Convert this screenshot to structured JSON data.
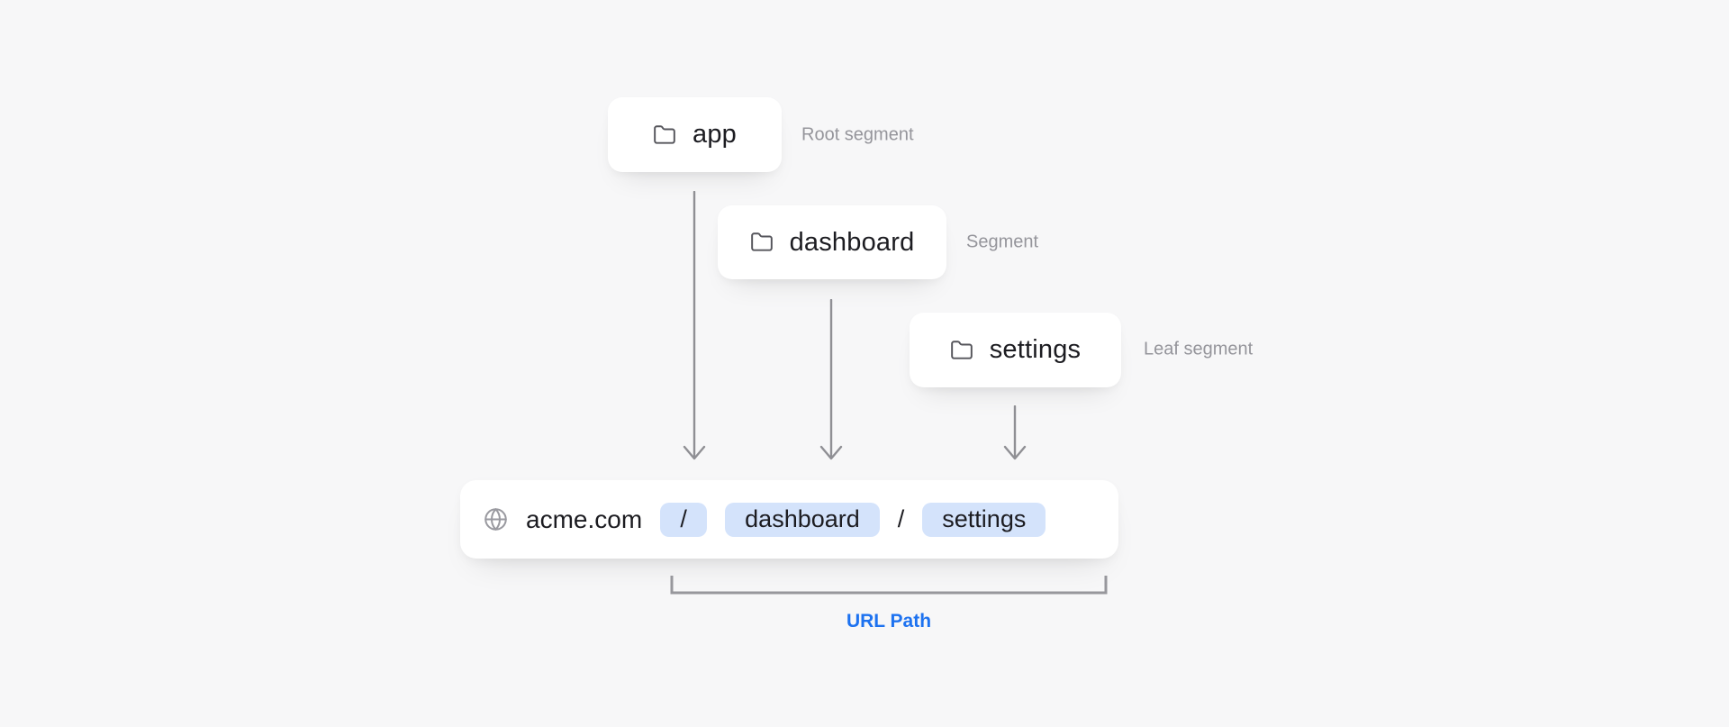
{
  "diagram": {
    "segments": [
      {
        "label": "app",
        "annotation": "Root segment",
        "icon": "folder-icon"
      },
      {
        "label": "dashboard",
        "annotation": "Segment",
        "icon": "folder-icon"
      },
      {
        "label": "settings",
        "annotation": "Leaf segment",
        "icon": "folder-icon"
      }
    ],
    "url_bar": {
      "icon": "globe-icon",
      "domain": "acme.com",
      "parts": [
        {
          "text": "/",
          "highlighted": true
        },
        {
          "text": "dashboard",
          "highlighted": true
        },
        {
          "text": "/",
          "highlighted": false
        },
        {
          "text": "settings",
          "highlighted": true
        }
      ]
    },
    "bracket_label": "URL Path"
  },
  "colors": {
    "background": "#f7f7f8",
    "card_bg": "#ffffff",
    "pill_bg": "#d4e3fb",
    "accent_blue": "#1d72f0",
    "arrow_gray": "#8f8f94",
    "annotation_gray": "#95959b",
    "text_dark": "#1c1c21",
    "icon_gray": "#55555b",
    "globe_gray": "#9a9aa0",
    "bracket_gray": "#97979c"
  }
}
